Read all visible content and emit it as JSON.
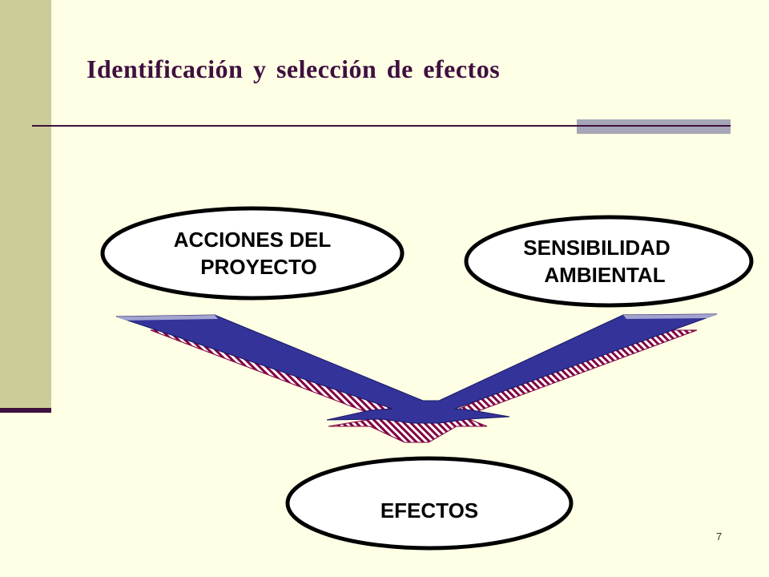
{
  "slide": {
    "title": "Identificación y selección de efectos",
    "page_number": "7"
  },
  "diagram": {
    "nodes": {
      "acciones": {
        "line1": "ACCIONES DEL",
        "line2": "PROYECTO"
      },
      "sensibilidad": {
        "line1": "SENSIBILIDAD",
        "line2": "AMBIENTAL"
      },
      "efectos": {
        "line1": "EFECTOS"
      }
    }
  },
  "colors": {
    "background": "#FFFFE5",
    "sidebar": "#CCCC99",
    "title": "#3F0F3F",
    "arrow_blue": "#333399",
    "arrow_hatch": "#800040"
  }
}
